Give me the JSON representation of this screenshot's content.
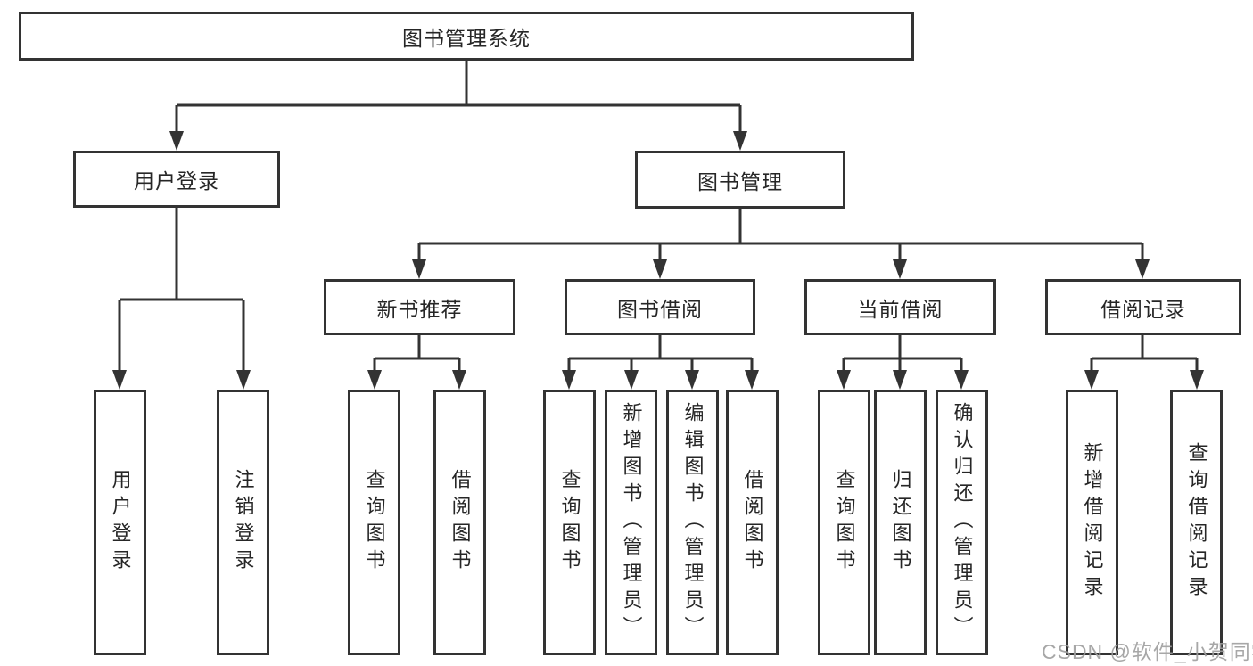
{
  "title": "图书管理系统",
  "level2": {
    "user_login": "用户登录",
    "book_management": "图书管理"
  },
  "level3": {
    "new_book_recommend": "新书推荐",
    "book_borrow": "图书借阅",
    "current_borrow": "当前借阅",
    "borrow_records": "借阅记录"
  },
  "leaves": {
    "user_login": "用户登录",
    "logout_login": "注销登录",
    "query_books_1": "查询图书",
    "borrow_books_1": "借阅图书",
    "query_books_2": "查询图书",
    "add_book_admin": "新增图书（管理员）",
    "edit_book_admin": "编辑图书（管理员）",
    "borrow_books_2": "借阅图书",
    "query_books_3": "查询图书",
    "return_books": "归还图书",
    "confirm_return_admin": "确认归还（管理员）",
    "add_borrow_record": "新增借阅记录",
    "query_borrow_record": "查询借阅记录"
  },
  "watermark": "CSDN @软件_小贺同学",
  "colors": {
    "line": "#333333",
    "text": "#262626",
    "watermark": "#9e9e9e",
    "background": "#ffffff"
  }
}
